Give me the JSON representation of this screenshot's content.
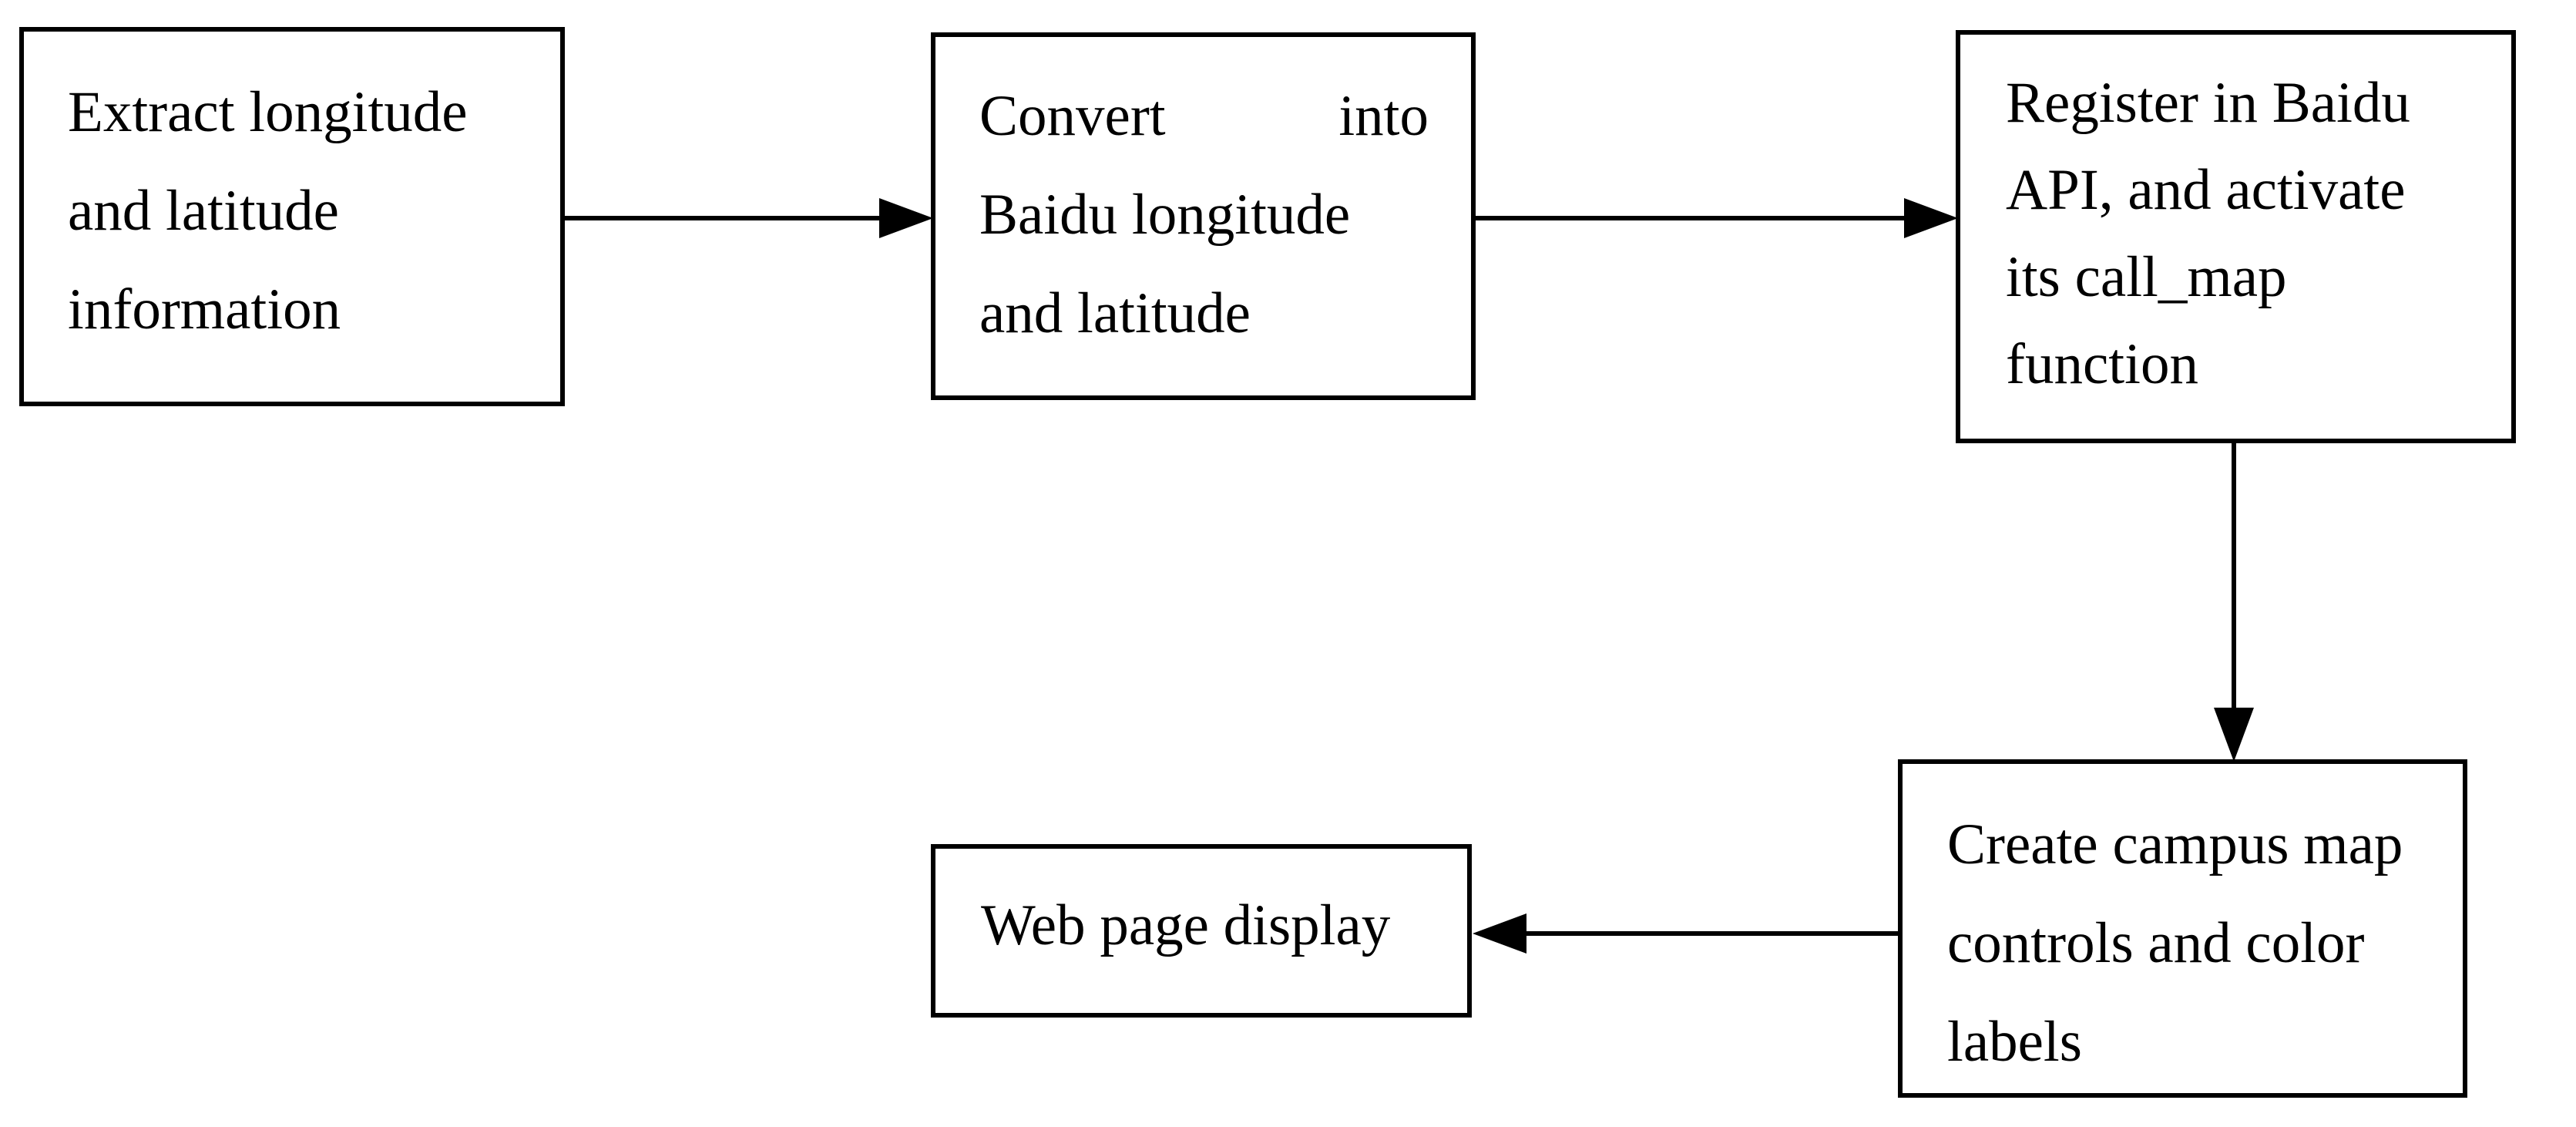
{
  "diagram": {
    "type": "flowchart",
    "nodes": [
      {
        "id": "extract",
        "lines": [
          "Extract longitude",
          "and latitude",
          "information"
        ]
      },
      {
        "id": "convert",
        "lines": [
          "Convert into",
          "Baidu longitude",
          "and latitude"
        ]
      },
      {
        "id": "register",
        "lines": [
          "Register in Baidu",
          "API, and activate",
          "its call_map",
          "function"
        ]
      },
      {
        "id": "create",
        "lines": [
          "Create campus map",
          "controls and color",
          "labels"
        ]
      },
      {
        "id": "display",
        "lines": [
          "Web page display"
        ]
      }
    ],
    "edges": [
      {
        "from": "extract",
        "to": "convert"
      },
      {
        "from": "convert",
        "to": "register"
      },
      {
        "from": "register",
        "to": "create"
      },
      {
        "from": "create",
        "to": "display"
      }
    ]
  },
  "colors": {
    "stroke": "#000000",
    "background": "#ffffff"
  }
}
